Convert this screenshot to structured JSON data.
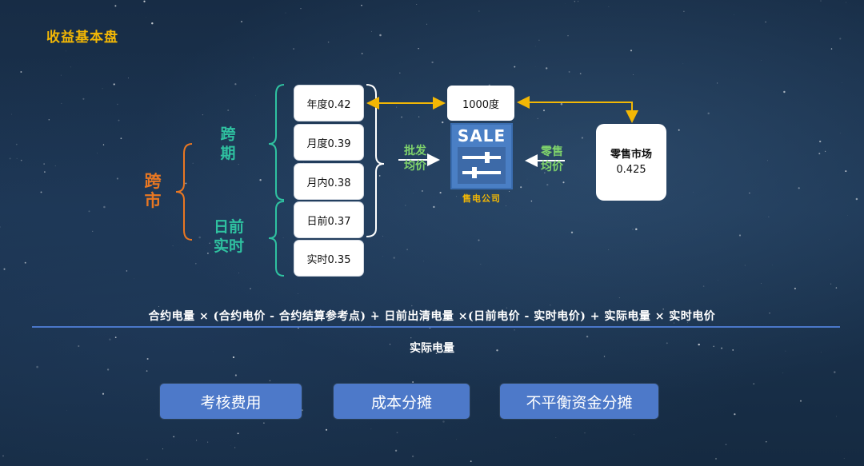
{
  "header": {
    "title": "收益基本盘"
  },
  "categories": {
    "kuashi": [
      "跨",
      "市"
    ],
    "kuaqi": [
      "跨",
      "期"
    ],
    "riqian": [
      "日前",
      "实时"
    ]
  },
  "prices": [
    {
      "label": "年度0.42"
    },
    {
      "label": "月度0.39"
    },
    {
      "label": "月内0.38"
    },
    {
      "label": "日前0.37"
    },
    {
      "label": "实时0.35"
    }
  ],
  "center": {
    "quantity": "1000度",
    "sale_text": "SALE",
    "sale_label": "售电公司"
  },
  "retail": {
    "name": "零售市场",
    "price": "0.425"
  },
  "arrow_labels": {
    "wholesale": [
      "批发",
      "均价"
    ],
    "retail": [
      "零售",
      "均价"
    ]
  },
  "formula": {
    "numerator": "合约电量 × (合约电价 - 合约结算参考点) + 日前出清电量 ×(日前电价 - 实时电价) + 实际电量 × 实时电价",
    "denominator": "实际电量"
  },
  "buttons": [
    {
      "label": "考核费用"
    },
    {
      "label": "成本分摊"
    },
    {
      "label": "不平衡资金分摊"
    }
  ],
  "colors": {
    "title": "#f2b705",
    "cross_market": "#e87722",
    "cross_period": "#2fc1a0",
    "arrow_label": "#7fd36b",
    "link_arrow": "#f2b705",
    "button": "#4d79c9",
    "sale_icon": "#4a7fc5"
  }
}
